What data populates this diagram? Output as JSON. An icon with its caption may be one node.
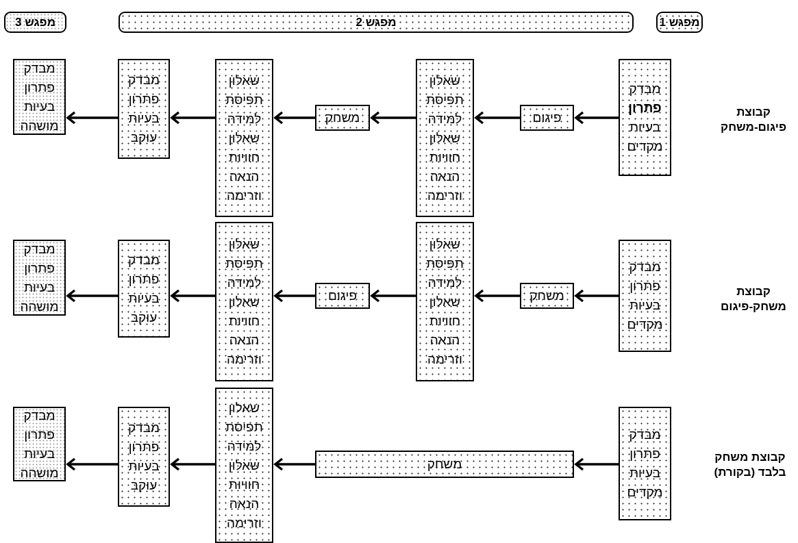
{
  "diagram": {
    "nodes": [
      {
        "text": [
          "מפגש 1"
        ]
      },
      {
        "text": [
          "מפגש 2"
        ]
      },
      {
        "text": [
          "מפגש 3"
        ]
      },
      {
        "text": [
          "מבדק **פתרון** בעיות מקדים"
        ]
      },
      {
        "text": [
          "פיגום"
        ]
      },
      {
        "text": [
          "שאלון תפיסת למידה שאלון חוויות הנאה וזרימה"
        ]
      },
      {
        "text": [
          "משחק"
        ]
      },
      {
        "text": [
          "שאלון תפיסת למידה שאלון חוויות הנאה וזרימה"
        ]
      },
      {
        "text": [
          "מבדק פתרון בעיות עוקב"
        ]
      },
      {
        "text": [
          "מבדק פתרון בעיות מושהה"
        ]
      },
      {
        "text": [
          "מבדק פתרון בעיות מקדים"
        ]
      },
      {
        "text": [
          "משחק"
        ]
      },
      {
        "text": [
          "שאלון תפיסת למידה שאלון חוויות הנאה וזרימה"
        ]
      },
      {
        "text": [
          "פיגום"
        ]
      },
      {
        "text": [
          "שאלון תפיסת למידה שאלון חוויות הנאה וזרימה"
        ]
      },
      {
        "text": [
          "מבדק פתרון בעיות עוקב"
        ]
      },
      {
        "text": [
          "מבדק פתרון בעיות מושהה"
        ]
      },
      {
        "text": [
          "מבדק פתרון בעיות מקדים"
        ]
      },
      {
        "text": [
          "משחק"
        ]
      },
      {
        "text": [
          "שאלון תפיסת למידה שאלון חוויות הנאה וזרימה"
        ]
      },
      {
        "text": [
          "מבדק פתרון בעיות עוקב"
        ]
      },
      {
        "text": [
          "מבדק פתרון בעיות מושהה"
        ]
      }
    ],
    "edges": [
      {
        "from": 3,
        "to": 4,
        "arrow": "to"
      },
      {
        "from": 4,
        "to": 5,
        "arrow": "to"
      },
      {
        "from": 5,
        "to": 6,
        "arrow": "to"
      },
      {
        "from": 6,
        "to": 7,
        "arrow": "to"
      },
      {
        "from": 7,
        "to": 8,
        "arrow": "to"
      },
      {
        "from": 8,
        "to": 9,
        "arrow": "to"
      },
      {
        "from": 10,
        "to": 11,
        "arrow": "to"
      },
      {
        "from": 11,
        "to": 12,
        "arrow": "to"
      },
      {
        "from": 12,
        "to": 13,
        "arrow": "to"
      },
      {
        "from": 13,
        "to": 14,
        "arrow": "to"
      },
      {
        "from": 14,
        "to": 15,
        "arrow": "to"
      },
      {
        "from": 15,
        "to": 16,
        "arrow": "to"
      },
      {
        "from": 17,
        "to": 18,
        "arrow": "to"
      },
      {
        "from": 18,
        "to": 19,
        "arrow": "to"
      },
      {
        "from": 19,
        "to": 20,
        "arrow": "to"
      },
      {
        "from": 20,
        "to": 21,
        "arrow": "to"
      }
    ],
    "labels": [
      "קבוצת פיגום-משחק",
      "קבוצת משחק-פיגום",
      "קבוצת משחק בלבד (בקורת)"
    ]
  }
}
